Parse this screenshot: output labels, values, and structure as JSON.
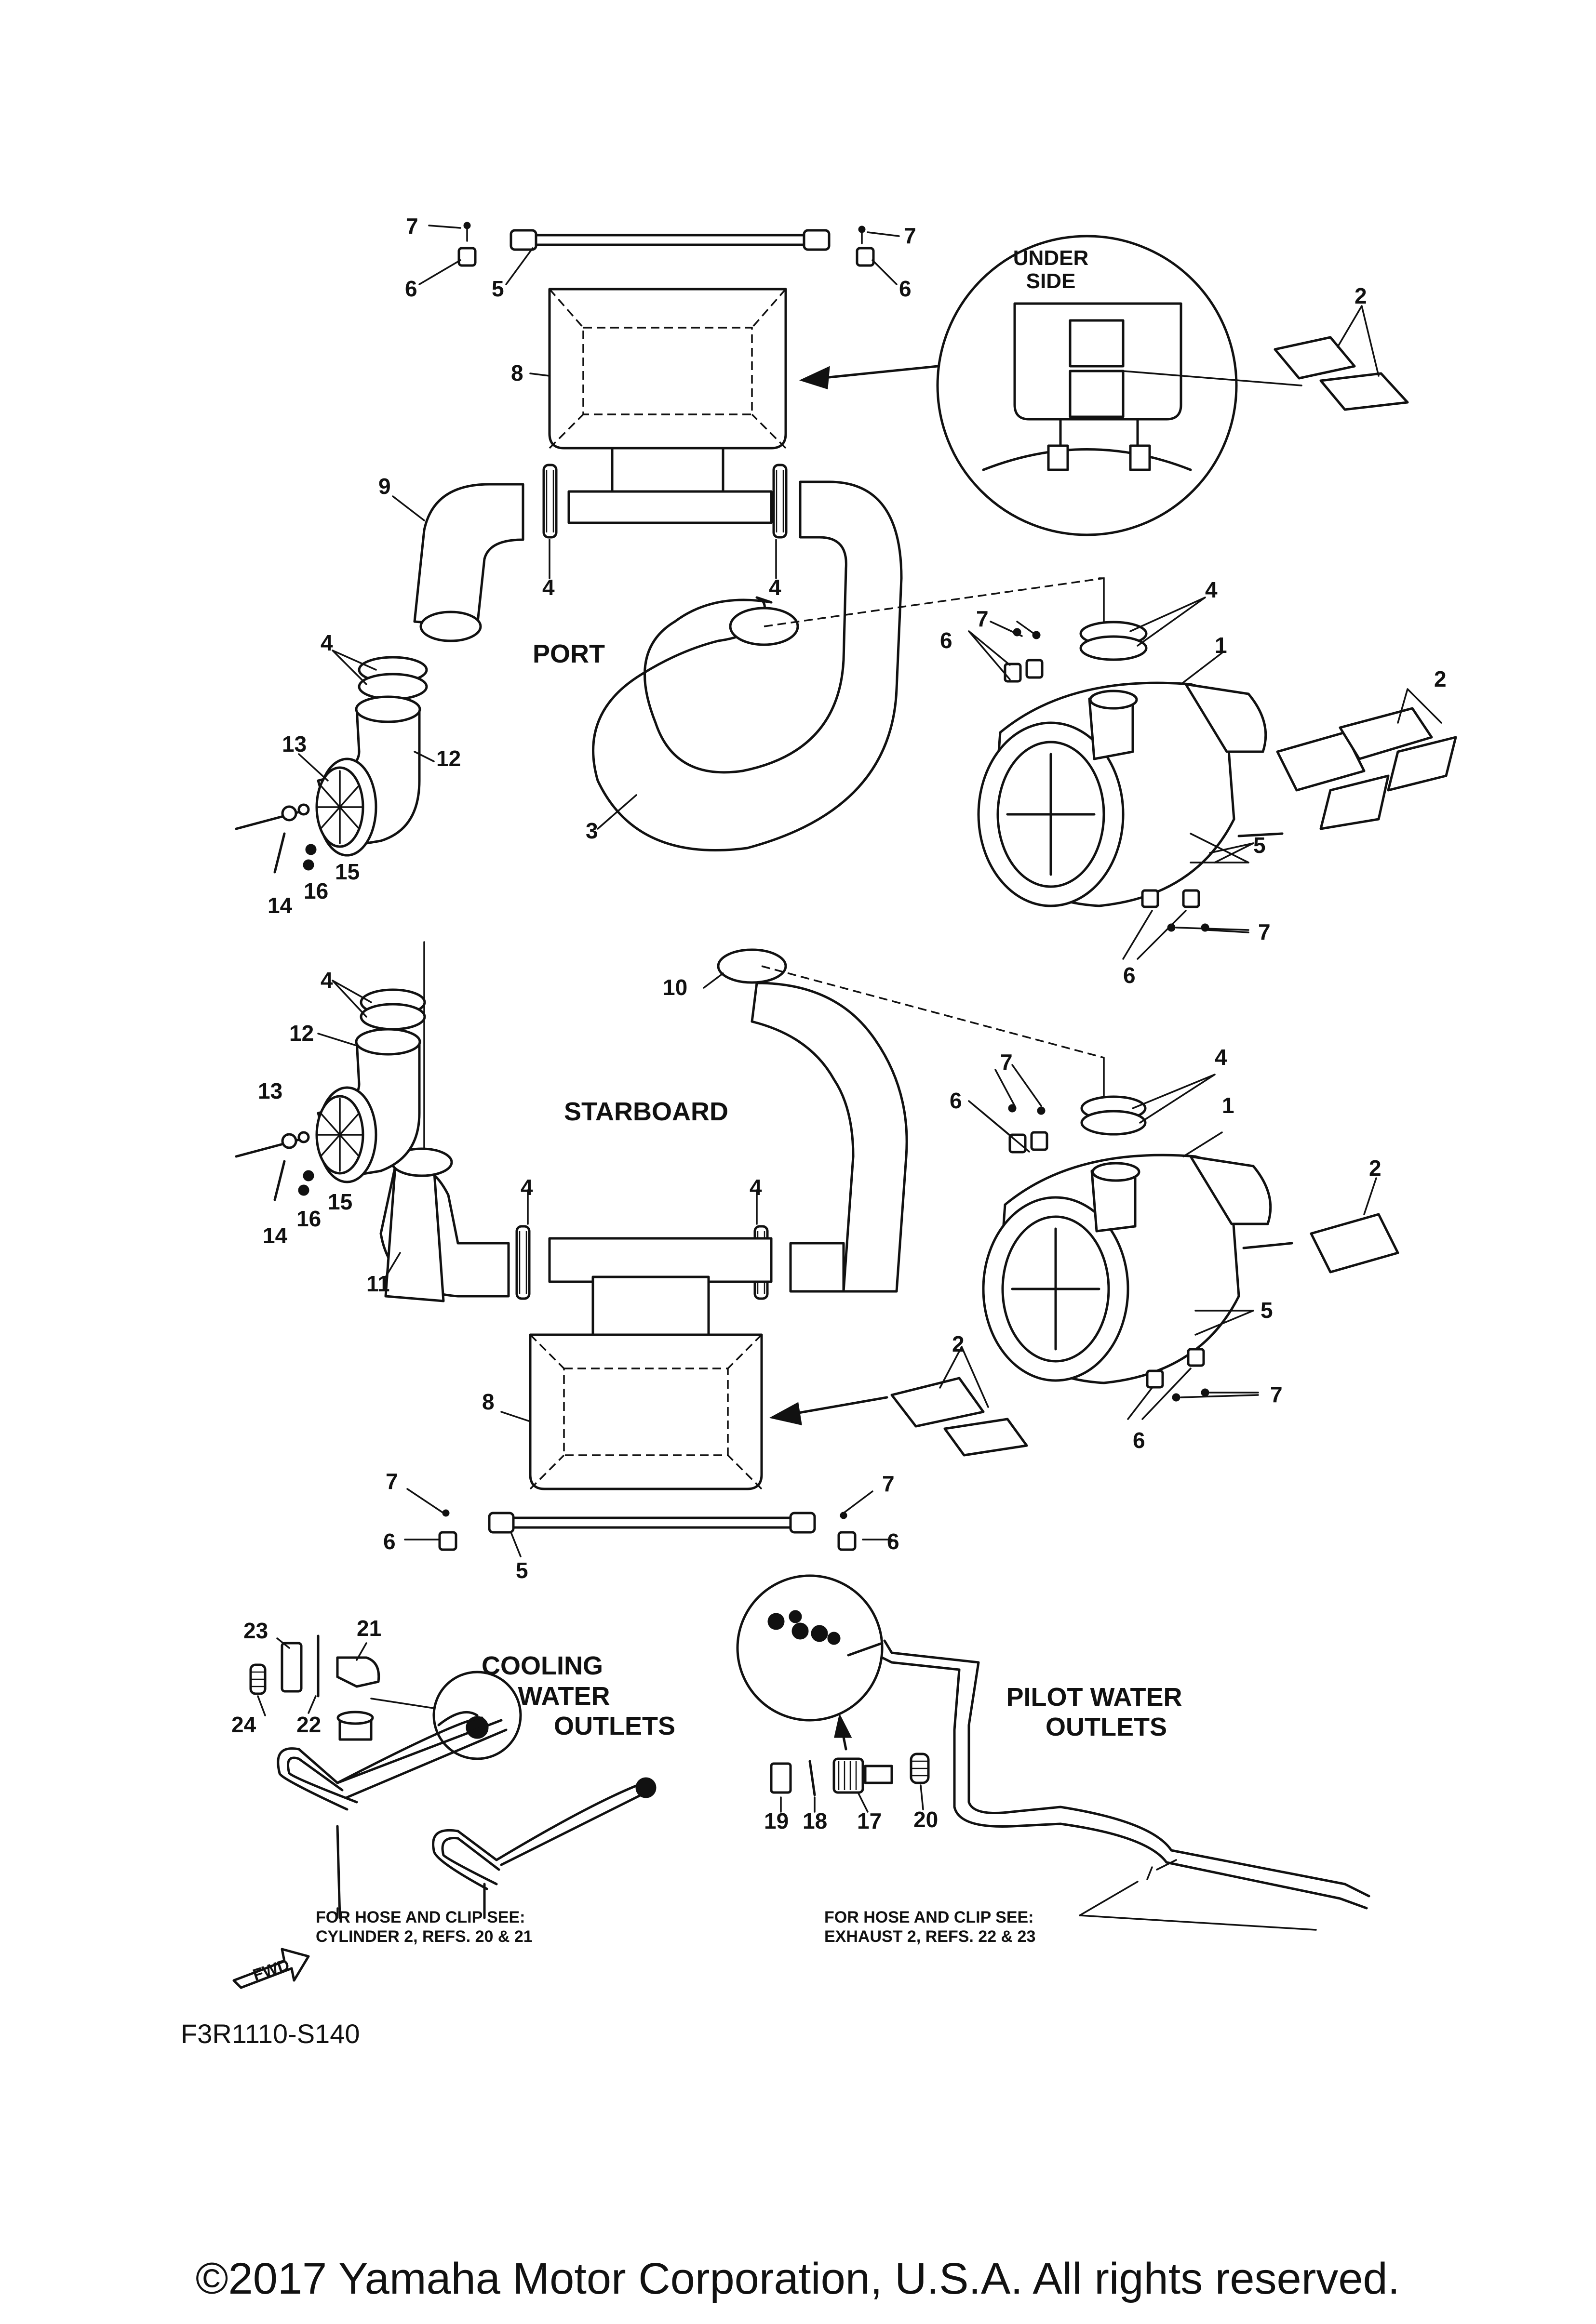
{
  "labels": {
    "under_side": [
      "UNDER",
      "SIDE"
    ],
    "port": "PORT",
    "starboard": "STARBOARD",
    "cooling": [
      "COOLING",
      "WATER",
      "OUTLETS"
    ],
    "pilot": [
      "PILOT WATER",
      "OUTLETS"
    ],
    "note_left": [
      "FOR HOSE AND CLIP SEE:",
      "CYLINDER 2, REFS. 20 & 21"
    ],
    "note_right": [
      "FOR HOSE AND CLIP SEE:",
      "EXHAUST 2, REFS. 22 & 23"
    ],
    "fwd": "FWD",
    "figure_code": "F3R1110-S140",
    "copyright": "©2017 Yamaha Motor Corporation, U.S.A. All rights reserved."
  },
  "callouts": {
    "n1": "1",
    "n2": "2",
    "n3": "3",
    "n4": "4",
    "n5": "5",
    "n6": "6",
    "n7": "7",
    "n8": "8",
    "n9": "9",
    "n10": "10",
    "n11": "11",
    "n12": "12",
    "n13": "13",
    "n14": "14",
    "n15": "15",
    "n16": "16",
    "n17": "17",
    "n18": "18",
    "n19": "19",
    "n20": "20",
    "n21": "21",
    "n22": "22",
    "n23": "23",
    "n24": "24"
  }
}
